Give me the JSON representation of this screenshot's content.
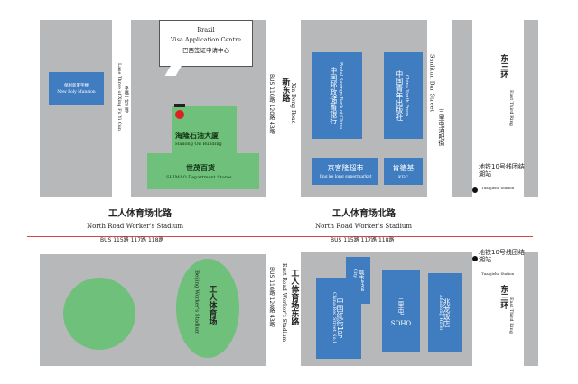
{
  "callout": {
    "line1": "Brazil",
    "line2": "Visa Application Centre",
    "line3": "巴西签证申请中心"
  },
  "buildings": {
    "new_poly_zh": "保利新厦宇楼",
    "new_poly_en": "New Poly Mansion",
    "hailong_zh": "海隆石油大厦",
    "hailong_en": "Hailong Oil Building",
    "shimao_zh": "世茂百货",
    "shimao_en": "SHIMAO Department Stores",
    "post_zh": "中国邮政储蓄银行",
    "post_en": "Postal Savings Bank of China",
    "youth_zh": "中国青年出版社",
    "youth_en": "China Youth Press",
    "jingkelong_zh": "京客隆超市",
    "jingkelong_en": "Jing ke long supermarket",
    "kfc_zh": "肯德基",
    "kfc_en": "KFC",
    "city_hotel_zh": "城市宾馆",
    "city_hotel_en": "City Hotel",
    "redstreet_zh": "中国红街1号",
    "redstreet_en": "China Red Street No.1",
    "soho_zh": "三里屯",
    "soho_en": "SOHO",
    "zhaolong_zh": "兆龙饭店",
    "zhaolong_en": "Zhaolong Hotel",
    "stadium_zh": "工人体育场",
    "stadium_en": "Beijing Worker's Stadium"
  },
  "roads": {
    "north_zh_left": "工人体育场北路",
    "north_en_left": "North Road Worker's Stadium",
    "north_zh_right": "工人体育场北路",
    "north_en_right": "North Road Worker's Stadium",
    "bus_left": "BUS 115路 117路 118路",
    "bus_right": "BUS 115路 117路 118路",
    "xindong_zh": "新东路",
    "xindong_en": "Xin Dong Road",
    "bus_xindong": "BUS 110路 120路 43路",
    "east_zh": "工人体育场东路",
    "east_en": "East Road Worker's Stadium",
    "bus_east": "BUS 110路 120路 43路",
    "sanlitun_en": "Sanlitun Bar Street",
    "sanlitun_zh": "三里屯酒吧街",
    "east_ring_zh_top": "东三环",
    "east_ring_en_top": "East Third Ring",
    "east_ring_zh_bot": "东三环",
    "east_ring_en_bot": "East Third Ring",
    "lane_en": "Lane Three of Xing Fu Yi Cun",
    "lane_zh": "幸福一村三巷"
  },
  "metro": {
    "station_zh_top": "地铁10号线团结湖站",
    "station_en_top": "Tuanjiehu Station",
    "station_zh_bot": "地铁10号线团结湖站",
    "station_en_bot": "Tuanjiehu Station"
  },
  "colors": {
    "block": "#b7b8ba",
    "building": "#3f7cc0",
    "green": "#6ec07a",
    "road_line": "#d9444a",
    "marker": "#e02020"
  }
}
